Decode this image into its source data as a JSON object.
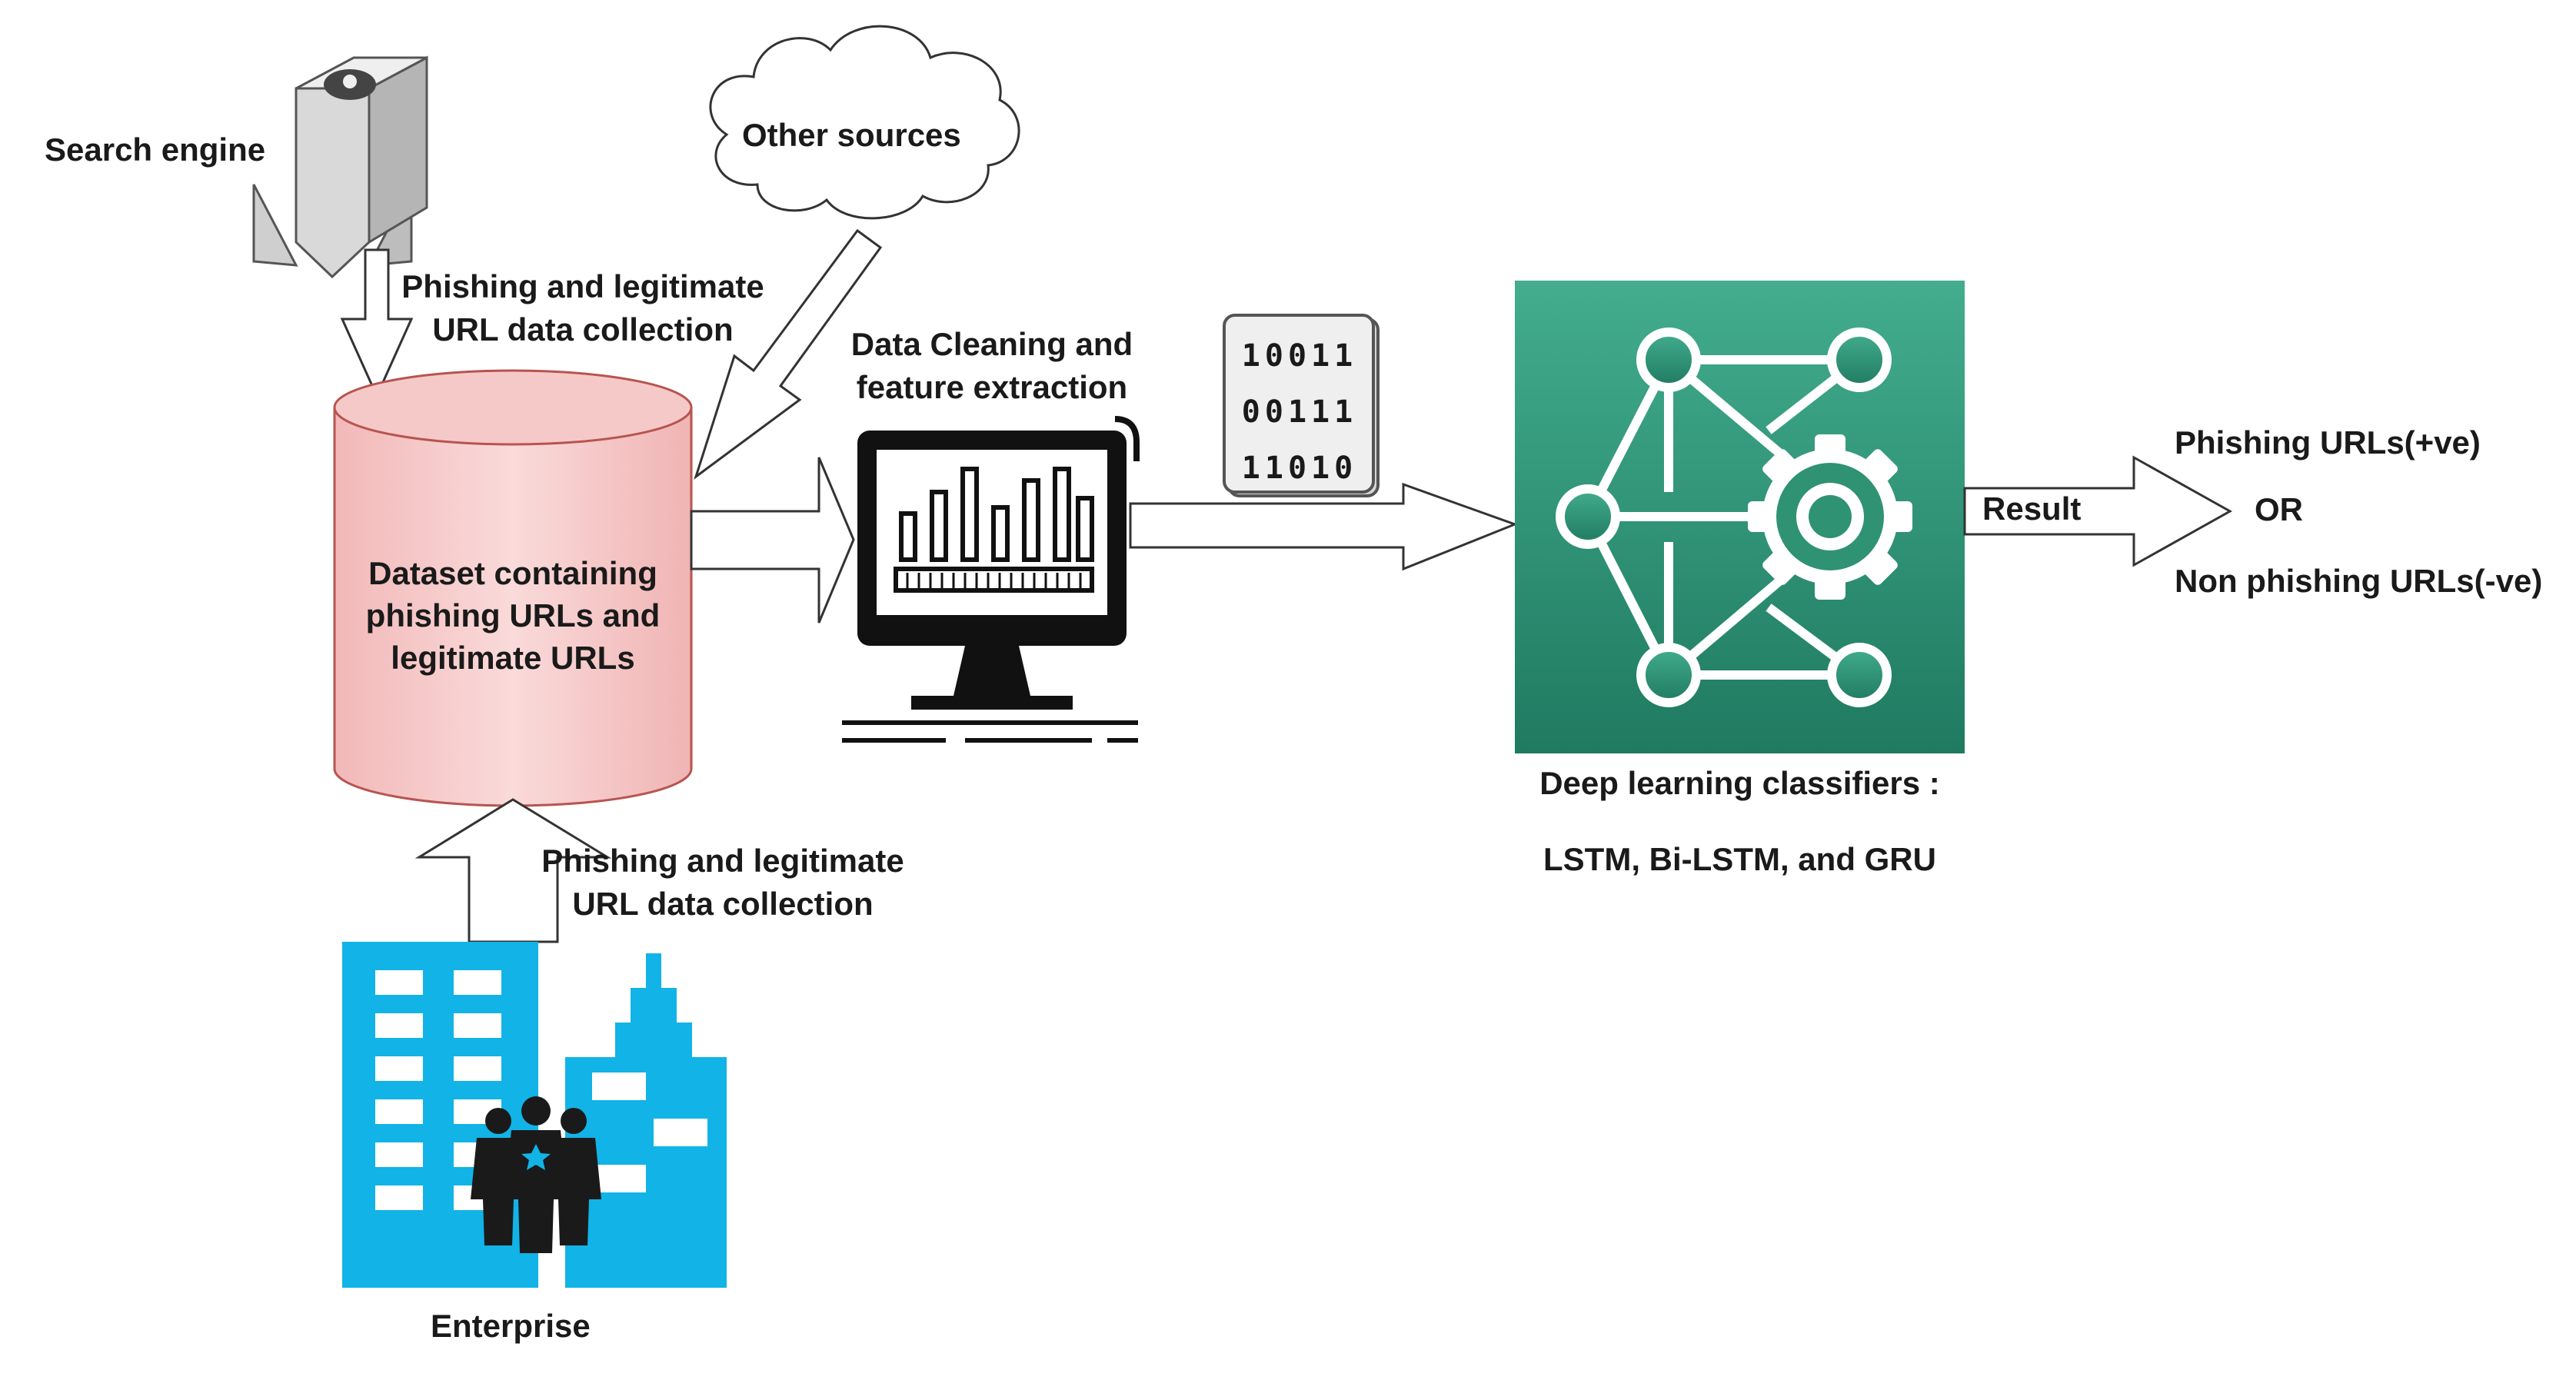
{
  "diagram": {
    "search_engine_label": "Search engine",
    "other_sources_label": "Other sources",
    "collection_label_top": [
      "Phishing and legitimate",
      "URL data collection"
    ],
    "collection_label_bottom": [
      "Phishing and legitimate",
      "URL data collection"
    ],
    "dataset_label": [
      "Dataset containing",
      "phishing URLs and",
      "legitimate URLs"
    ],
    "cleaning_label": [
      "Data Cleaning and",
      "feature extraction"
    ],
    "binary_rows": [
      "10011",
      "00111",
      "11010"
    ],
    "classifier_label": "Deep learning classifiers :",
    "classifier_models": "LSTM, Bi-LSTM, and GRU",
    "result_label": "Result",
    "output_positive": "Phishing URLs(+ve)",
    "output_or": "OR",
    "output_negative": "Non phishing URLs(-ve)",
    "enterprise_label": "Enterprise",
    "colors": {
      "dataset_fill": "#f6c9c9",
      "dataset_stroke": "#b85450",
      "classifier_fill_top": "#43ad8e",
      "classifier_fill_bottom": "#1f7a60",
      "enterprise_blue": "#12b3e6",
      "cloud_stroke": "#333333"
    }
  }
}
